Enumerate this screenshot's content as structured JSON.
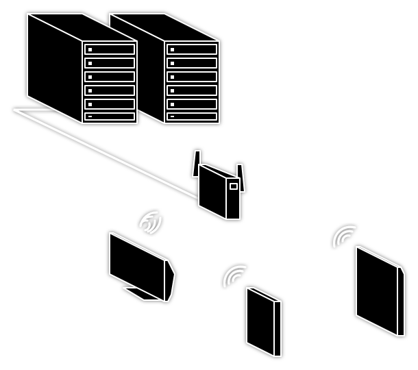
{
  "diagram": {
    "kind": "network-topology",
    "nodes": [
      {
        "id": "server-1",
        "icon": "server-tower-icon",
        "drive_bays": 6
      },
      {
        "id": "server-2",
        "icon": "server-tower-icon",
        "drive_bays": 6
      },
      {
        "id": "wireless-router",
        "icon": "wireless-router-icon",
        "antennas": 2
      },
      {
        "id": "monitor",
        "icon": "monitor-icon",
        "wifi_signal": true
      },
      {
        "id": "tablet",
        "icon": "tablet-icon",
        "wifi_signal": true
      },
      {
        "id": "tablet-large",
        "icon": "tablet-icon",
        "wifi_signal": true
      }
    ],
    "links": [
      {
        "from": "server-1",
        "to": "wireless-router",
        "type": "wired"
      },
      {
        "from": "wireless-router",
        "to": "monitor",
        "type": "wireless"
      },
      {
        "from": "wireless-router",
        "to": "tablet",
        "type": "wireless"
      },
      {
        "from": "wireless-router",
        "to": "tablet-large",
        "type": "wireless"
      }
    ],
    "colors": {
      "background": "#ffffff",
      "fill": "#000000",
      "stroke": "#ffffff"
    }
  }
}
